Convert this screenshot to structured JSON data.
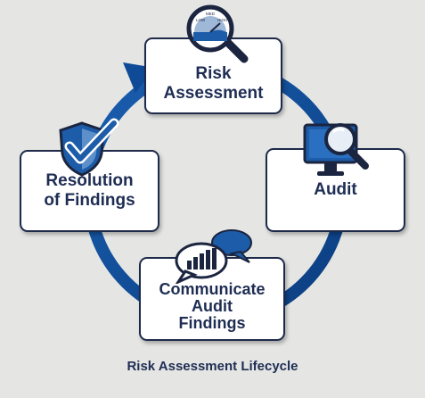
{
  "steps": {
    "risk_assessment": "Risk\nAssessment",
    "audit": "Audit",
    "communicate": "Communicate\nAudit\nFindings",
    "resolution": "Resolution\nof Findings"
  },
  "gauge": {
    "low": "LOW",
    "med": "MED",
    "high": "HIGH"
  },
  "caption": "Risk Assessment Lifecycle",
  "icons": [
    "magnifier-gauge-icon",
    "monitor-magnifier-icon",
    "chat-bar-chart-icon",
    "shield-check-icon",
    "cycle-arrow-icon"
  ],
  "colors": {
    "background": "#e5e6e4",
    "ring": "#0f4a96",
    "box_border": "#1e2a4a",
    "text": "#1e2d53"
  }
}
